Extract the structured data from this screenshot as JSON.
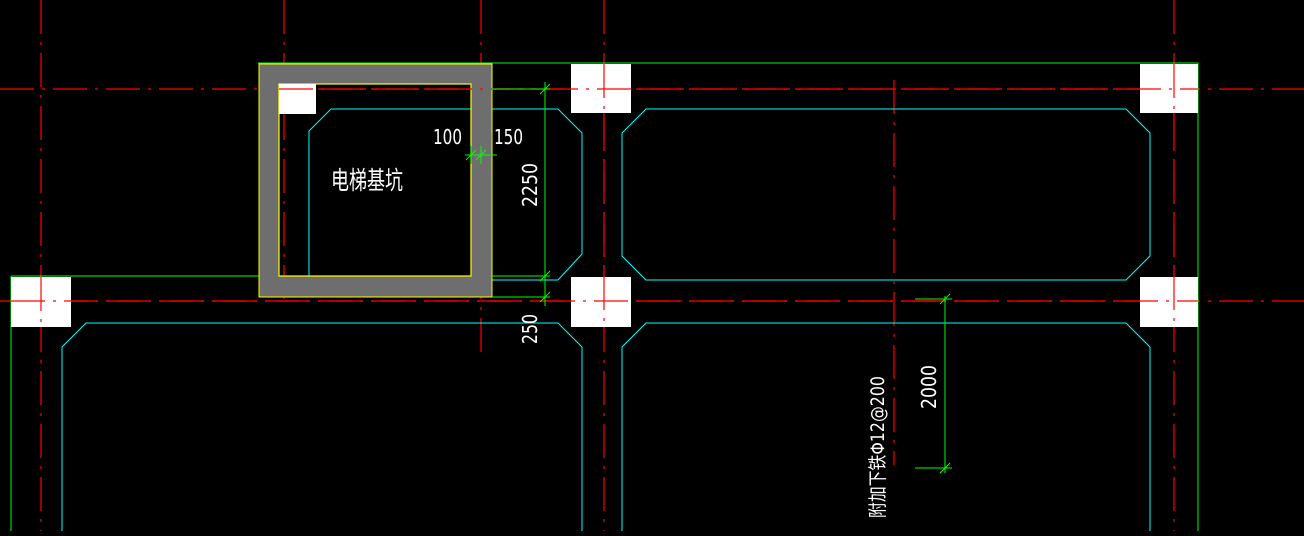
{
  "colors": {
    "background": "#000000",
    "axis": "#ff0000",
    "slab_outline": "#00ffff",
    "beam_outline": "#00ff00",
    "dimension": "#00ff00",
    "pit_wall": "#6e6e6e",
    "pit_inner": "#ffff00",
    "column": "#ffffff",
    "text": "#ffffff"
  },
  "labels": {
    "pit_name": "电梯基坑",
    "rebar_note": "附加下铁Φ12@200"
  },
  "dimensions": {
    "wall_offset_a": "100",
    "wall_offset_b": "150",
    "pit_depth_span": "2250",
    "lower_span": "250",
    "extra_rebar_length": "2000"
  }
}
